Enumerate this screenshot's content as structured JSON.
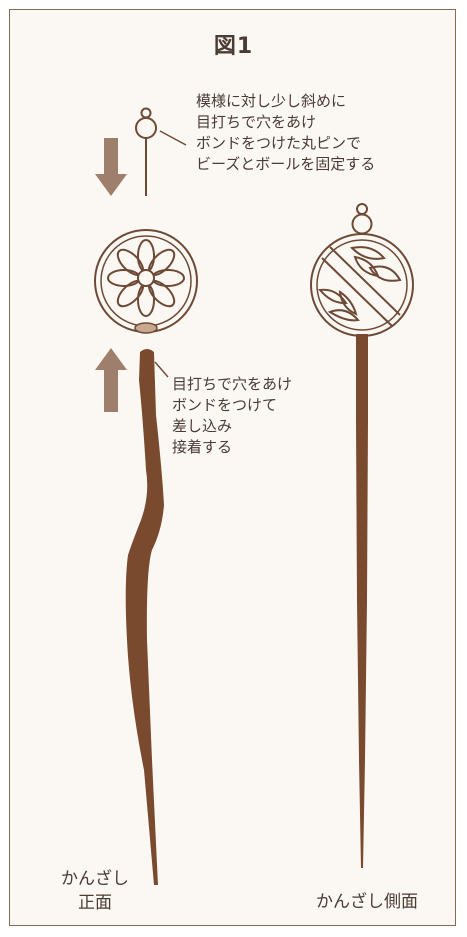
{
  "title": "図1",
  "annotations": {
    "pin_note": [
      "模様に対し少し斜めに",
      "目打ちで穴をあけ",
      "ボンドをつけた丸ピンで",
      "ビーズとボールを固定する"
    ],
    "stick_note": [
      "目打ちで穴をあけ",
      "ボンドをつけて",
      "差し込み",
      "接着する"
    ]
  },
  "labels": {
    "front": [
      "かんざし",
      "正面"
    ],
    "side": "かんざし側面"
  },
  "colors": {
    "frame": "#8b6a52",
    "stick": "#7a4a2e",
    "line": "#6e4a36",
    "arrow": "#9e7f6b",
    "text": "#4a3b33",
    "hole": "#c8a88f"
  },
  "icons": {
    "arrow_down": "arrow-down-icon",
    "arrow_up": "arrow-up-icon"
  }
}
